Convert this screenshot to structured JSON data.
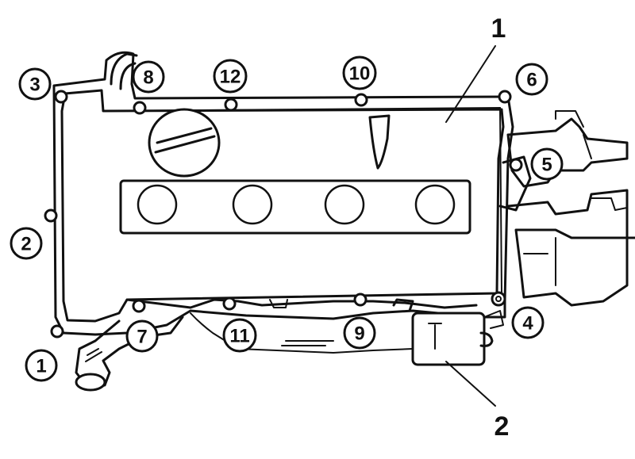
{
  "bolt_callouts": [
    {
      "id": "1",
      "label": "1"
    },
    {
      "id": "2",
      "label": "2"
    },
    {
      "id": "3",
      "label": "3"
    },
    {
      "id": "4",
      "label": "4"
    },
    {
      "id": "5",
      "label": "5"
    },
    {
      "id": "6",
      "label": "6"
    },
    {
      "id": "7",
      "label": "7"
    },
    {
      "id": "8",
      "label": "8"
    },
    {
      "id": "9",
      "label": "9"
    },
    {
      "id": "10",
      "label": "10"
    },
    {
      "id": "11",
      "label": "11"
    },
    {
      "id": "12",
      "label": "12"
    }
  ],
  "part_labels": [
    {
      "id": "cover",
      "label": "1"
    },
    {
      "id": "component",
      "label": "2"
    }
  ]
}
